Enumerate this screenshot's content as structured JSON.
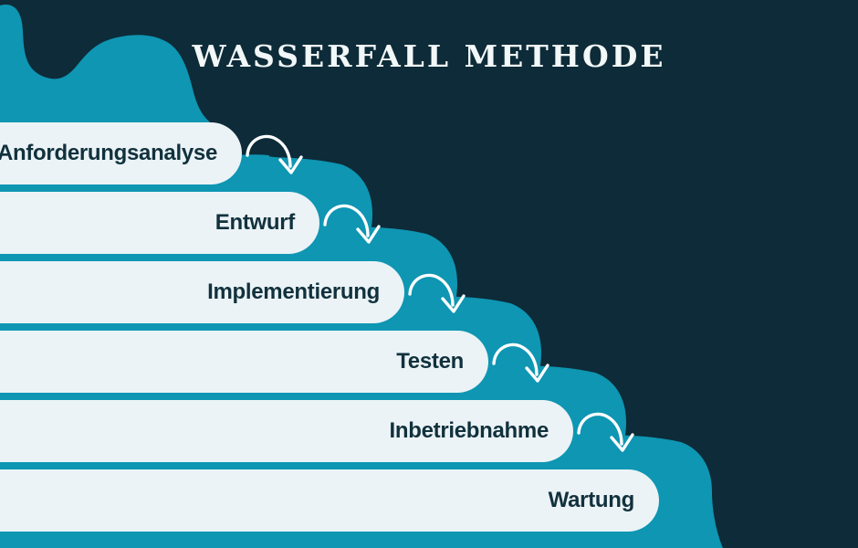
{
  "title": "WASSERFALL METHODE",
  "steps": [
    {
      "label": "Anforderungsanalyse"
    },
    {
      "label": "Entwurf"
    },
    {
      "label": "Implementierung"
    },
    {
      "label": "Testen"
    },
    {
      "label": "Inbetriebnahme"
    },
    {
      "label": "Wartung"
    }
  ],
  "colors": {
    "background_navy": "#0d2b38",
    "waterfall_teal": "#0e96b3",
    "bar_fill": "#ebf3f6",
    "bar_text": "#11313d",
    "title_text": "#f2f7f8",
    "arrow_stroke": "#fdfeff"
  }
}
